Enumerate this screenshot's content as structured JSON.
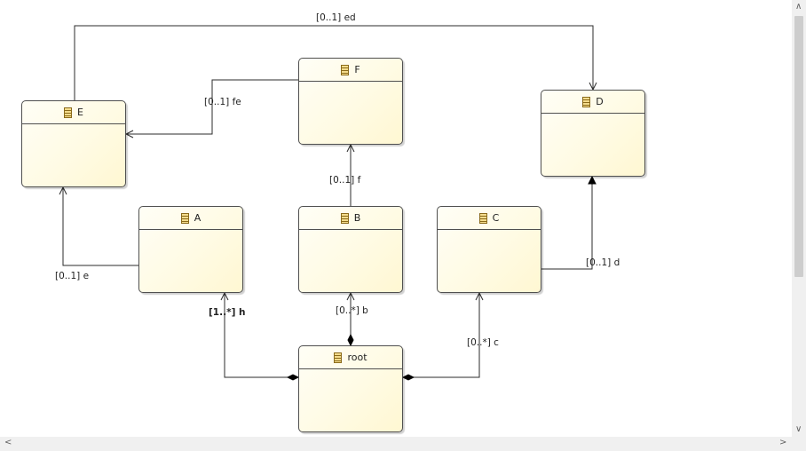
{
  "diagram": {
    "nodes": [
      {
        "id": "E",
        "label": "E"
      },
      {
        "id": "F",
        "label": "F"
      },
      {
        "id": "D",
        "label": "D"
      },
      {
        "id": "A",
        "label": "A"
      },
      {
        "id": "B",
        "label": "B"
      },
      {
        "id": "C",
        "label": "C"
      },
      {
        "id": "root",
        "label": "root"
      }
    ],
    "edges": [
      {
        "from": "E",
        "to": "D",
        "label": "[0..1] ed",
        "kind": "reference"
      },
      {
        "from": "F",
        "to": "E",
        "label": "[0..1] fe",
        "kind": "reference"
      },
      {
        "from": "B",
        "to": "F",
        "label": "[0..1] f",
        "kind": "reference"
      },
      {
        "from": "A",
        "to": "E",
        "label": "[0..1] e",
        "kind": "reference"
      },
      {
        "from": "C",
        "to": "D",
        "label": "[0..1] d",
        "kind": "reference"
      },
      {
        "from": "root",
        "to": "A",
        "label": "[1..*] h",
        "kind": "containment",
        "bold": true
      },
      {
        "from": "root",
        "to": "B",
        "label": "[0..*] b",
        "kind": "containment"
      },
      {
        "from": "root",
        "to": "C",
        "label": "[0..*] c",
        "kind": "containment"
      }
    ]
  },
  "scrollbars": {
    "up_arrow": "∧",
    "down_arrow": "∨",
    "left_arrow": "<",
    "right_arrow": ">"
  }
}
